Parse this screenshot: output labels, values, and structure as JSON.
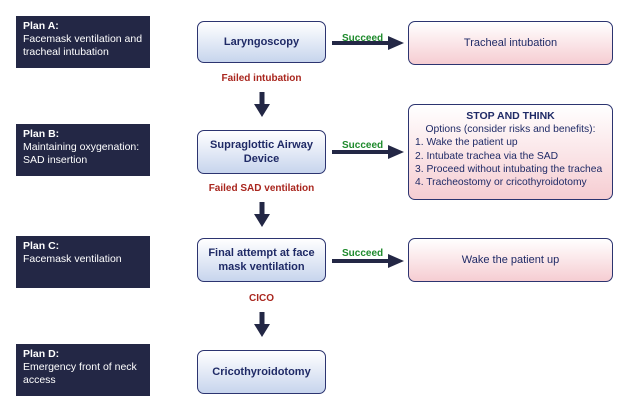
{
  "plans": [
    {
      "title": "Plan A:",
      "desc": "Facemask ventilation and\ntracheal intubation"
    },
    {
      "title": "Plan B:",
      "desc": "Maintaining oxygenation:\nSAD insertion"
    },
    {
      "title": "Plan C:",
      "desc": "Facemask ventilation"
    },
    {
      "title": "Plan D:",
      "desc": "Emergency front of neck\naccess"
    }
  ],
  "steps": [
    "Laryngoscopy",
    "Supraglottic Airway Device",
    "Final attempt at face mask ventilation",
    "Cricothyroidotomy"
  ],
  "failures": [
    "Failed intubation",
    "Failed SAD ventilation",
    "CICO"
  ],
  "succeed_label": "Succeed",
  "outcomes": {
    "plan_a": "Tracheal intubation",
    "plan_c": "Wake the patient up"
  },
  "stop_and_think": {
    "title": "STOP AND THINK",
    "subtitle": "Options (consider risks and benefits):",
    "options": [
      "1. Wake the patient up",
      "2. Intubate trachea via the SAD",
      "3. Proceed without intubating the trachea",
      "4. Tracheostomy or cricothyroidotomy"
    ]
  },
  "colors": {
    "plan_bg": "#232745",
    "arrow": "#232745",
    "fail_text": "#a9261e",
    "succeed_text": "#1e8a2c"
  }
}
